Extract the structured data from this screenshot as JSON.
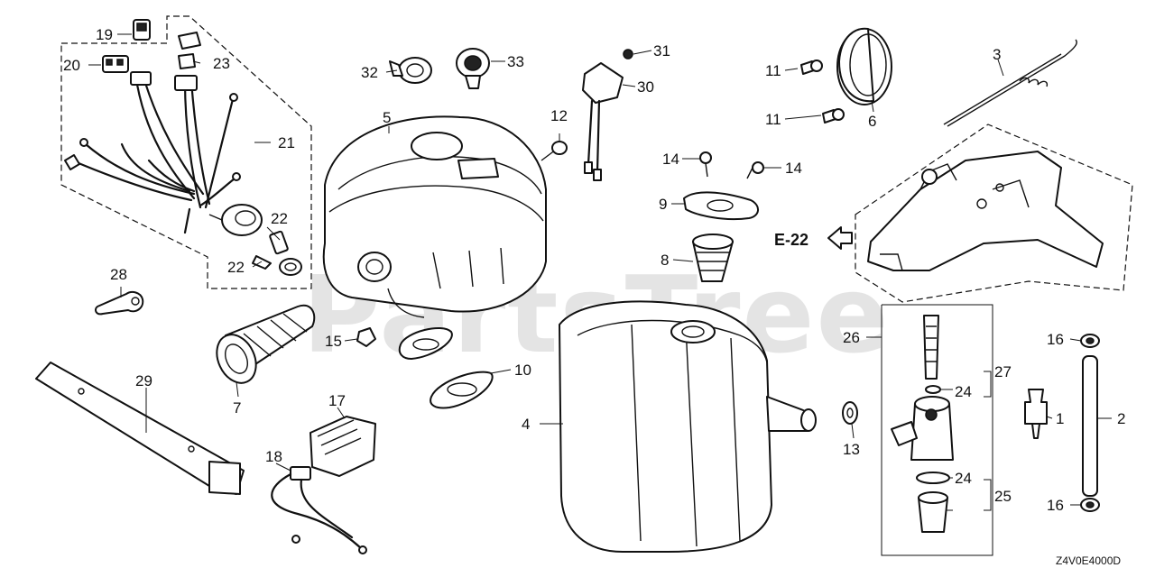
{
  "watermark": "PartsTree",
  "reference_label": "E-22",
  "diagram_code": "Z4V0E4000D",
  "callouts": {
    "c1": "1",
    "c2": "2",
    "c3": "3",
    "c4": "4",
    "c5": "5",
    "c6": "6",
    "c7": "7",
    "c8": "8",
    "c9": "9",
    "c10": "10",
    "c11a": "11",
    "c11b": "11",
    "c12": "12",
    "c13": "13",
    "c14a": "14",
    "c14b": "14",
    "c15": "15",
    "c16a": "16",
    "c16b": "16",
    "c17": "17",
    "c18": "18",
    "c19": "19",
    "c20": "20",
    "c21": "21",
    "c22a": "22",
    "c22b": "22",
    "c23": "23",
    "c24a": "24",
    "c24b": "24",
    "c25": "25",
    "c26": "26",
    "c27": "27",
    "c28": "28",
    "c29": "29",
    "c30": "30",
    "c31": "31",
    "c32": "32",
    "c33": "33"
  }
}
